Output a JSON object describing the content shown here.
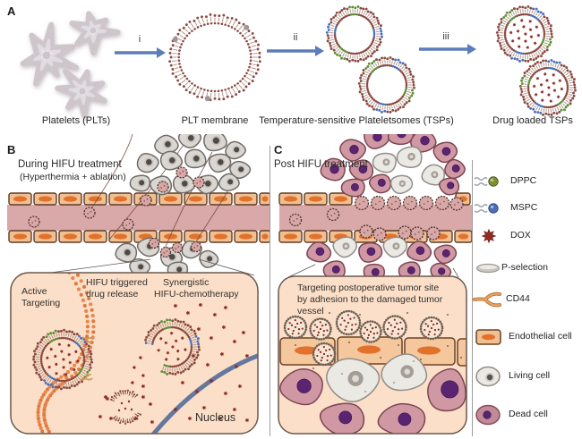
{
  "colors": {
    "arrow_blue": "#5c7cba",
    "vessel_pink": "#d9a8a8",
    "endothelial_fill": "#f0c093",
    "endothelial_border": "#5f3c27",
    "endothelial_nucleus": "#e2712b",
    "inset_bg": "#fbdfc8",
    "inset_border": "#6a594d",
    "dox_red": "#8d2a24",
    "lipid_head": "#8a4a42",
    "lipid_tail": "#ab8c80",
    "dppc_green": "#5e8c38",
    "mspc_blue": "#4a6fb5",
    "membrane_orange": "#e8874f",
    "nucleus_arc_blue": "#64789f",
    "tumor_cell_gray": "#dad6d2",
    "dead_cell_pink": "#cf98a2",
    "dead_cell_nucleus": "#5b2471",
    "living_cell_white": "#ebe9e4",
    "platelet_gray": "#d8d1d6"
  },
  "panel_a": {
    "label": "A",
    "arrow_labels": [
      "i",
      "ii",
      "iii"
    ],
    "captions": [
      "Platelets (PLTs)",
      "PLT membrane",
      "Temperature-sensitive Plateletsomes (TSPs)",
      "Drug loaded TSPs"
    ]
  },
  "panel_b": {
    "label": "B",
    "title": "During HIFU treatment",
    "subtitle": "(Hyperthermia + ablation)",
    "inset": {
      "active_line1": "Active",
      "active_line2": "Targeting",
      "hifu_line1": "HIFU triggered",
      "hifu_line2": "drug release",
      "synergy_line1": "Synergistic",
      "synergy_line2": "HIFU-chemotherapy",
      "nucleus": "Nucleus"
    }
  },
  "panel_c": {
    "label": "C",
    "title": "Post HIFU treatment",
    "inset": {
      "line1": "Targeting postoperative tumor site",
      "line2": "by adhesion to the damaged tumor",
      "line3": "vessel"
    }
  },
  "legend": {
    "items": [
      {
        "label": "DPPC",
        "icon": "dppc-lipid-icon"
      },
      {
        "label": "MSPC",
        "icon": "mspc-lipid-icon"
      },
      {
        "label": "DOX",
        "icon": "dox-icon"
      },
      {
        "label": "P-selection",
        "icon": "p-selection-icon"
      },
      {
        "label": "CD44",
        "icon": "cd44-receptor-icon"
      },
      {
        "label": "Endothelial cell",
        "icon": "endothelial-cell-icon"
      },
      {
        "label": "Living cell",
        "icon": "living-cell-icon"
      },
      {
        "label": "Dead cell",
        "icon": "dead-cell-icon"
      }
    ]
  }
}
